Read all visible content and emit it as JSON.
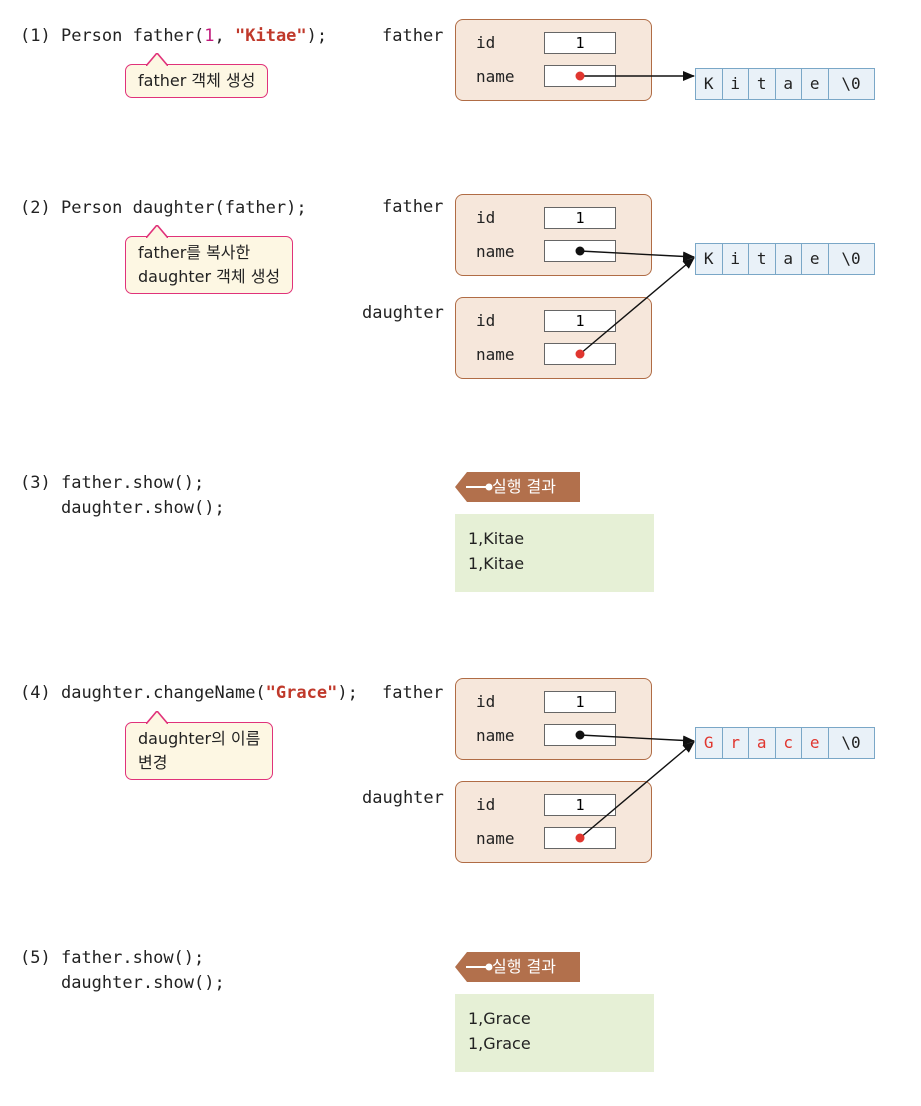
{
  "steps": [
    {
      "number": "(1)",
      "code": [
        "Person father(",
        "1",
        ", ",
        "\"Kitae\"",
        ");"
      ],
      "note": [
        "father 객체 생성"
      ]
    },
    {
      "number": "(2)",
      "code": [
        "Person daughter(father);"
      ],
      "note": [
        "father를 복사한",
        "daughter 객체 생성"
      ]
    },
    {
      "number": "(3)",
      "code": [
        "father.show();",
        "daughter.show();"
      ]
    },
    {
      "number": "(4)",
      "code": [
        "daughter.changeName(",
        "\"Grace\"",
        ");"
      ],
      "note": [
        "daughter의 이름",
        "변경"
      ]
    },
    {
      "number": "(5)",
      "code": [
        "father.show();",
        "daughter.show();"
      ]
    }
  ],
  "objects": {
    "father": "father",
    "daughter": "daughter",
    "fields": {
      "id": "id",
      "name": "name"
    },
    "id_value": "1"
  },
  "strings": {
    "kitae": [
      "K",
      "i",
      "t",
      "a",
      "e",
      "\\0"
    ],
    "grace": [
      "G",
      "r",
      "a",
      "c",
      "e",
      "\\0"
    ]
  },
  "results": {
    "tag": "실행 결과",
    "step3": [
      "1,Kitae",
      "1,Kitae"
    ],
    "step5": [
      "1,Grace",
      "1,Grace"
    ]
  },
  "colors": {
    "code_number": "#c0187a",
    "code_string": "#c0392b",
    "pointer_red": "#e0362f",
    "pointer_black": "#111111"
  }
}
